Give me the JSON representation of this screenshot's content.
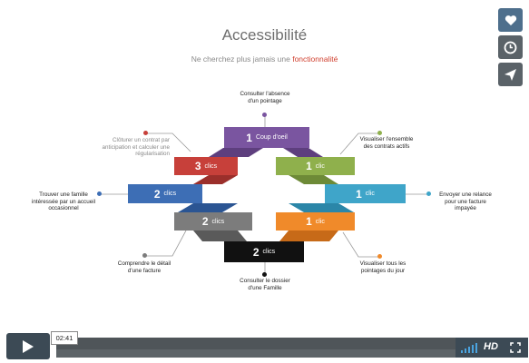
{
  "header": {
    "title": "Accessibilité",
    "subtitle_prefix": "Ne cherchez plus jamais une ",
    "subtitle_highlight": "fonctionnalité"
  },
  "diagram": {
    "top": {
      "number": "1",
      "unit": "Coup d'oeil",
      "color": "#7a55a0"
    },
    "left": [
      {
        "number": "3",
        "unit": "clics",
        "color": "#c7403a"
      },
      {
        "number": "2",
        "unit": "clics",
        "color": "#3d6eb5"
      },
      {
        "number": "2",
        "unit": "clics",
        "color": "#7c7c7c"
      }
    ],
    "right": [
      {
        "number": "1",
        "unit": "clic",
        "color": "#8fb04c"
      },
      {
        "number": "1",
        "unit": "clic",
        "color": "#3fa5c9"
      },
      {
        "number": "1",
        "unit": "clic",
        "color": "#f08a2a"
      }
    ],
    "bottom": {
      "number": "2",
      "unit": "clics",
      "color": "#111111"
    },
    "labels": {
      "top": "Consulter l'absence d'un pointage",
      "left_top": "Clôturer un contrat par anticipation et calculer une régularisation",
      "left_mid": "Trouver une famille intéressée par un accueil occasionnel",
      "left_bottom": "Comprendre le détail d'une facture",
      "bottom": "Consulter le dossier d'une Famille",
      "right_top": "Visualiser l'ensemble des contrats actifs",
      "right_mid": "Envoyer une relance pour une facture impayée",
      "right_bottom": "Visualiser tous les pointages du jour"
    }
  },
  "player": {
    "time": "02:41",
    "hd_label": "HD",
    "played_fraction": 0.0
  },
  "side_buttons": [
    {
      "icon": "heart-icon",
      "active": true
    },
    {
      "icon": "clock-icon",
      "active": false
    },
    {
      "icon": "paper-plane-icon",
      "active": false
    }
  ]
}
